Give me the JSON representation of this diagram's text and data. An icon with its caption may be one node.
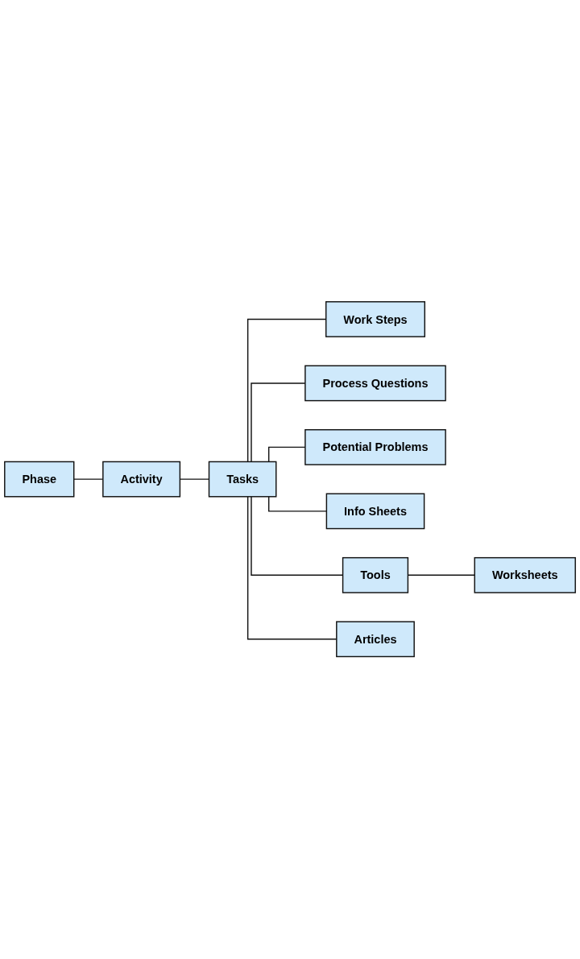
{
  "diagram": {
    "nodes": [
      {
        "text": [
          "Phase"
        ]
      },
      {
        "text": [
          "Activity"
        ]
      },
      {
        "text": [
          "Tasks"
        ]
      },
      {
        "text": [
          "Work Steps"
        ]
      },
      {
        "text": [
          "Process Questions"
        ]
      },
      {
        "text": [
          "Potential Problems"
        ]
      },
      {
        "text": [
          "Info Sheets"
        ]
      },
      {
        "text": [
          "Tools"
        ]
      },
      {
        "text": [
          "Worksheets"
        ]
      },
      {
        "text": [
          "Articles"
        ]
      }
    ],
    "edges": [
      {
        "from": 0,
        "to": 1,
        "arrow": "none"
      },
      {
        "from": 1,
        "to": 2,
        "arrow": "none"
      },
      {
        "from": 2,
        "to": 3,
        "arrow": "none"
      },
      {
        "from": 2,
        "to": 4,
        "arrow": "none"
      },
      {
        "from": 2,
        "to": 5,
        "arrow": "none"
      },
      {
        "from": 2,
        "to": 6,
        "arrow": "none"
      },
      {
        "from": 2,
        "to": 7,
        "arrow": "none"
      },
      {
        "from": 7,
        "to": 8,
        "arrow": "none"
      },
      {
        "from": 2,
        "to": 9,
        "arrow": "none"
      }
    ]
  }
}
